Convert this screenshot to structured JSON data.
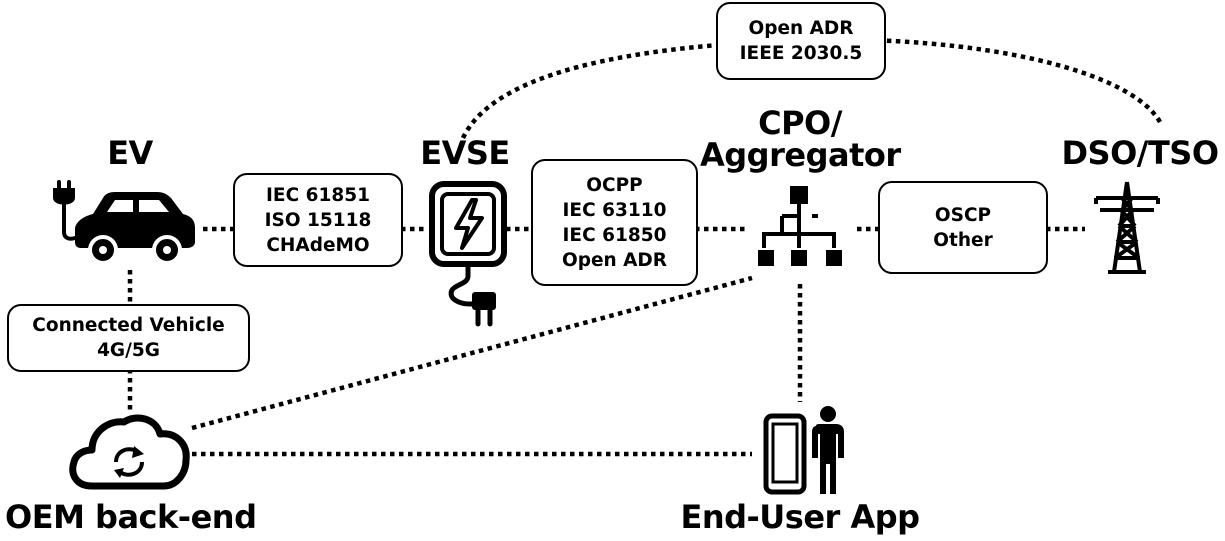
{
  "nodes": {
    "ev": "EV",
    "evse": "EVSE",
    "cpo_line1": "CPO/",
    "cpo_line2": "Aggregator",
    "dso": "DSO/TSO",
    "oem": "OEM back-end",
    "app": "End-User App"
  },
  "protocol_boxes": {
    "ev_evse": [
      "IEC 61851",
      "ISO 15118",
      "CHAdeMO"
    ],
    "evse_cpo": [
      "OCPP",
      "IEC 63110",
      "IEC 61850",
      "Open ADR"
    ],
    "cpo_dso": [
      "OSCP",
      "Other"
    ],
    "evse_dso": [
      "Open ADR",
      "IEEE 2030.5"
    ],
    "ev_oem": [
      "Connected Vehicle",
      "4G/5G"
    ]
  },
  "icons": {
    "ev": "electric-car-icon",
    "evse": "charging-station-icon",
    "cpo": "hierarchy-network-icon",
    "dso": "transmission-tower-icon",
    "oem": "cloud-sync-icon",
    "app": "smartphone-user-icon"
  },
  "colors": {
    "line": "#000000",
    "background": "#ffffff"
  }
}
